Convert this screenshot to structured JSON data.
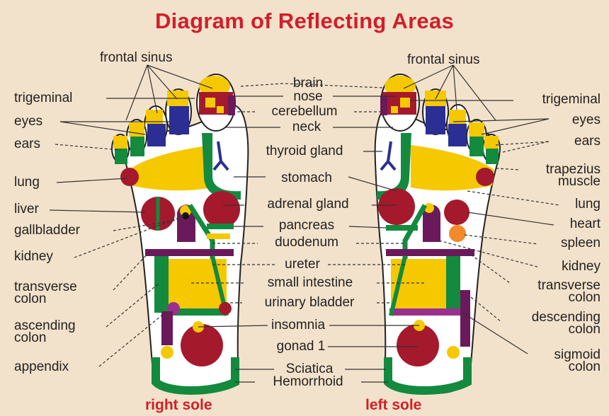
{
  "title": "Diagram of Reflecting Areas",
  "left_labels": {
    "frontal_sinus": "frontal sinus",
    "trigeminal": "trigeminal",
    "eyes": "eyes",
    "ears": "ears",
    "lung": "lung",
    "liver": "liver",
    "gallbladder": "gallbladder",
    "kidney": "kidney",
    "transverse_colon": "transverse\ncolon",
    "ascending_colon": "ascending\ncolon",
    "appendix": "appendix"
  },
  "center_labels": {
    "brain": "brain",
    "nose": "nose",
    "cerebellum": "cerebellum",
    "neck": "neck",
    "thyroid_gland": "thyroid gland",
    "stomach": "stomach",
    "adrenal_gland": "adrenal gland",
    "pancreas": "pancreas",
    "duodenum": "duodenum",
    "ureter": "ureter",
    "small_intestine": "small intestine",
    "urinary_bladder": "urinary bladder",
    "insomnia": "insomnia",
    "gonad": "gonad 1",
    "sciatica": "Sciatica",
    "hemorrhoid": "Hemorrhoid"
  },
  "right_labels": {
    "frontal_sinus": "frontal sinus",
    "trigeminal": "trigeminal",
    "eyes": "eyes",
    "ears": "ears",
    "trapezius_muscle": "trapezius\nmuscle",
    "lung": "lung",
    "heart": "heart",
    "spleen": "spleen",
    "kidney": "kidney",
    "transverse_colon": "transverse\ncolon",
    "descending_colon": "descending\ncolon",
    "sigmoid_colon": "sigmoid\ncolon"
  },
  "footer": {
    "right_sole": "right sole",
    "left_sole": "left sole"
  },
  "colors": {
    "title": "#d21e2a",
    "background": "#f3e2cb",
    "yellow": "#f6c800",
    "green": "#138a3e",
    "maroon": "#a5192d",
    "purple": "#6a1a5a",
    "blue": "#2b2e93",
    "orange": "#f08a2a",
    "magenta": "#9b2f8f"
  }
}
